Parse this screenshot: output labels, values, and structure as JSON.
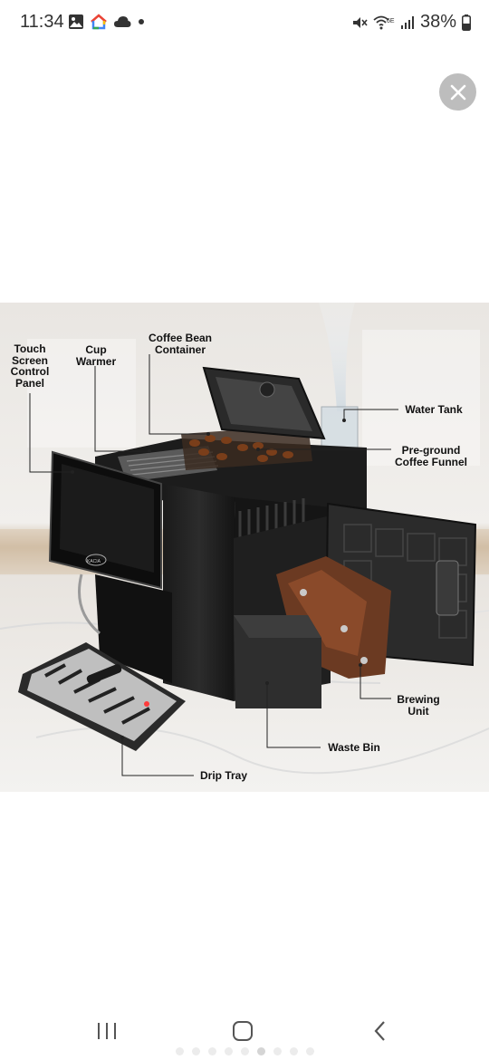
{
  "status_bar": {
    "time": "11:34",
    "left_icons": [
      "gallery-icon",
      "google-home-icon",
      "cloud-icon",
      "dot-icon"
    ],
    "right_icons": [
      "mute-icon",
      "wifi-6e-icon",
      "signal-icon"
    ],
    "battery": "38%"
  },
  "viewer": {
    "close_icon": "close-icon",
    "callouts": {
      "touch_screen": "Touch\nScreen\nControl\nPanel",
      "cup_warmer": "Cup\nWarmer",
      "coffee_bean": "Coffee Bean\nContainer",
      "water_tank": "Water Tank",
      "pre_ground": "Pre-ground\nCoffee Funnel",
      "brewing_unit": "Brewing\nUnit",
      "waste_bin": "Waste Bin",
      "drip_tray": "Drip Tray"
    },
    "brand_label": "KACIA",
    "page_dots": {
      "count": 9,
      "active_index": 5
    }
  },
  "nav_bar": {
    "recents_icon": "recents-icon",
    "home_icon": "home-icon",
    "back_icon": "back-icon"
  }
}
